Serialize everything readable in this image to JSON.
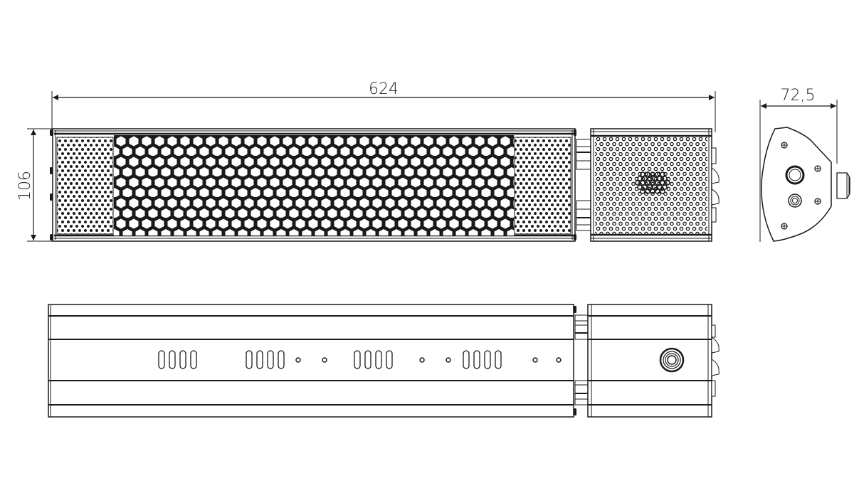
{
  "drawing": {
    "title": "Infrared heater technical drawing",
    "views": [
      "front-view",
      "side-view",
      "bottom-view"
    ],
    "line_color": "#1a1a1a",
    "background": "#ffffff"
  },
  "dimensions": {
    "length": "624",
    "height": "106",
    "depth": "72,5"
  },
  "bottom_view": {
    "slot_groups": 4,
    "slots_per_group": 4,
    "holes": 6
  }
}
